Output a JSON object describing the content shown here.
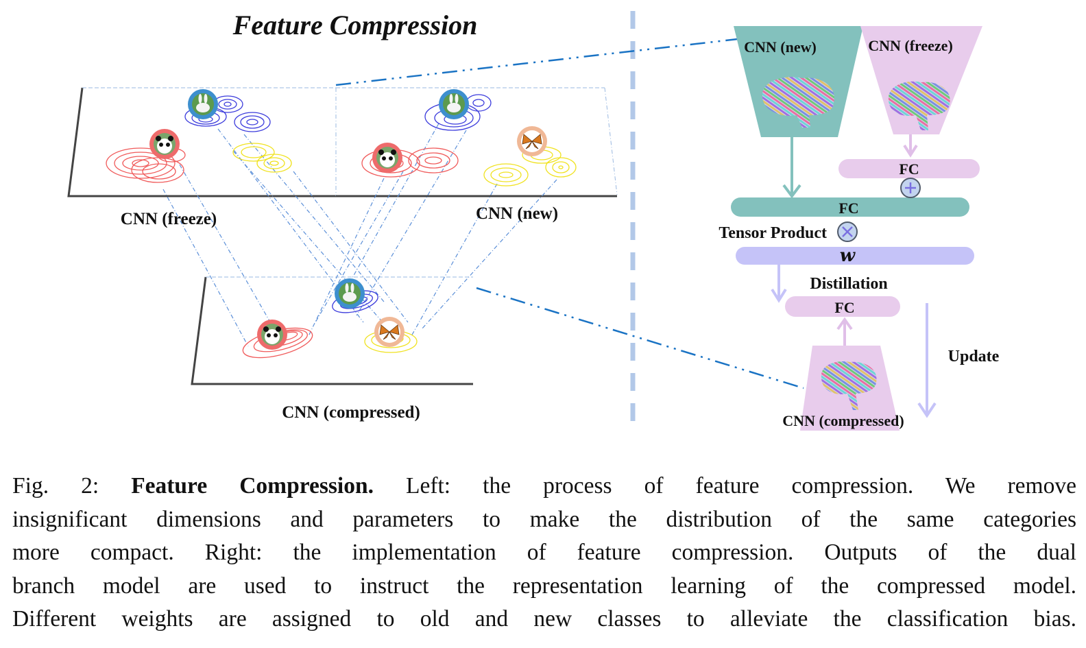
{
  "figure": {
    "left_title": "Feature Compression",
    "left_panel": {
      "planes": [
        {
          "label": "CNN (freeze)",
          "classes": [
            "panda",
            "rabbit",
            "butterfly"
          ]
        },
        {
          "label": "CNN (new)",
          "classes": [
            "panda",
            "rabbit",
            "butterfly"
          ]
        },
        {
          "label": "CNN (compressed)",
          "classes": [
            "panda",
            "rabbit",
            "butterfly"
          ]
        }
      ],
      "class_colors": {
        "panda": "#f05a5a",
        "rabbit": "#3b3bdc",
        "butterfly": "#f0e21e"
      },
      "icon_ring_colors": {
        "panda": "#ee6b6b",
        "rabbit": "#3d8fce",
        "butterfly": "#f0b896"
      }
    },
    "right_panel": {
      "cnn_new_label": "CNN (new)",
      "cnn_freeze_label": "CNN (freeze)",
      "fc_freeze_label": "FC",
      "fc_new_label": "FC",
      "tensor_product_label": "Tensor Product",
      "w_label": "w",
      "distillation_label": "Distillation",
      "fc_compressed_label": "FC",
      "update_label": "Update",
      "cnn_compressed_label": "CNN (compressed)",
      "colors": {
        "teal": "#83c1bd",
        "pink": "#e8ccec",
        "lavender": "#c5c3f8",
        "operator": "#c3d4ef",
        "divider": "#b2c8e8",
        "connector": "#1a73c4"
      }
    }
  },
  "caption": {
    "prefix": "Fig. 2: ",
    "bold": "Feature Compression.",
    "lines": [
      " Left: the process of feature compression. We remove",
      "insignificant dimensions and parameters to make the distribution of the same categories",
      "more compact. Right: the implementation of feature compression. Outputs of the dual",
      "branch model are used to instruct the representation learning of the compressed model.",
      "Different weights are assigned to old and new classes to alleviate the classification bias."
    ]
  }
}
